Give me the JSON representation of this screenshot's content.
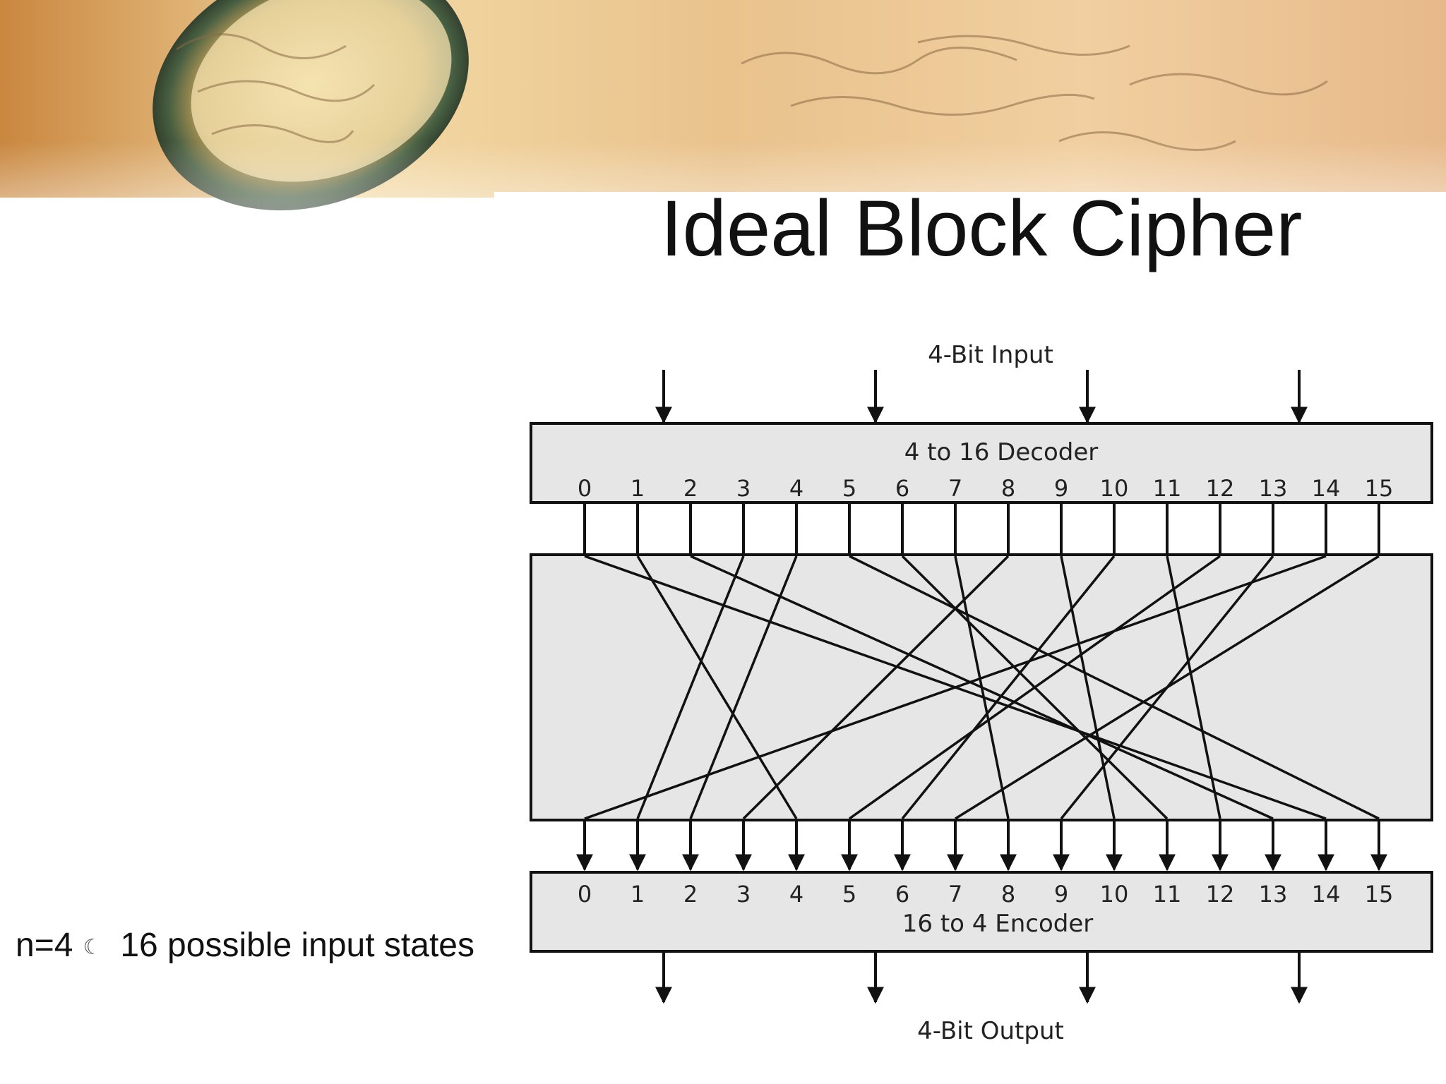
{
  "slide": {
    "title": "Ideal Block Cipher",
    "note": {
      "left": "n=4",
      "symbol": "☾",
      "right": "16 possible input states"
    }
  },
  "diagram": {
    "input_label": "4-Bit Input",
    "output_label": "4-Bit Output",
    "decoder_label": "4 to 16 Decoder",
    "encoder_label": "16 to 4 Encoder",
    "port_labels": [
      "0",
      "1",
      "2",
      "3",
      "4",
      "5",
      "6",
      "7",
      "8",
      "9",
      "10",
      "11",
      "12",
      "13",
      "14",
      "15"
    ],
    "mapping": [
      {
        "from": 0,
        "to": 14
      },
      {
        "from": 1,
        "to": 4
      },
      {
        "from": 2,
        "to": 13
      },
      {
        "from": 3,
        "to": 1
      },
      {
        "from": 4,
        "to": 2
      },
      {
        "from": 5,
        "to": 15
      },
      {
        "from": 6,
        "to": 11
      },
      {
        "from": 7,
        "to": 8
      },
      {
        "from": 8,
        "to": 3
      },
      {
        "from": 9,
        "to": 10
      },
      {
        "from": 10,
        "to": 6
      },
      {
        "from": 11,
        "to": 12
      },
      {
        "from": 12,
        "to": 5
      },
      {
        "from": 13,
        "to": 9
      },
      {
        "from": 14,
        "to": 0
      },
      {
        "from": 15,
        "to": 7
      }
    ]
  },
  "colors": {
    "box_fill": "#e6e6e6",
    "line": "#111111"
  }
}
